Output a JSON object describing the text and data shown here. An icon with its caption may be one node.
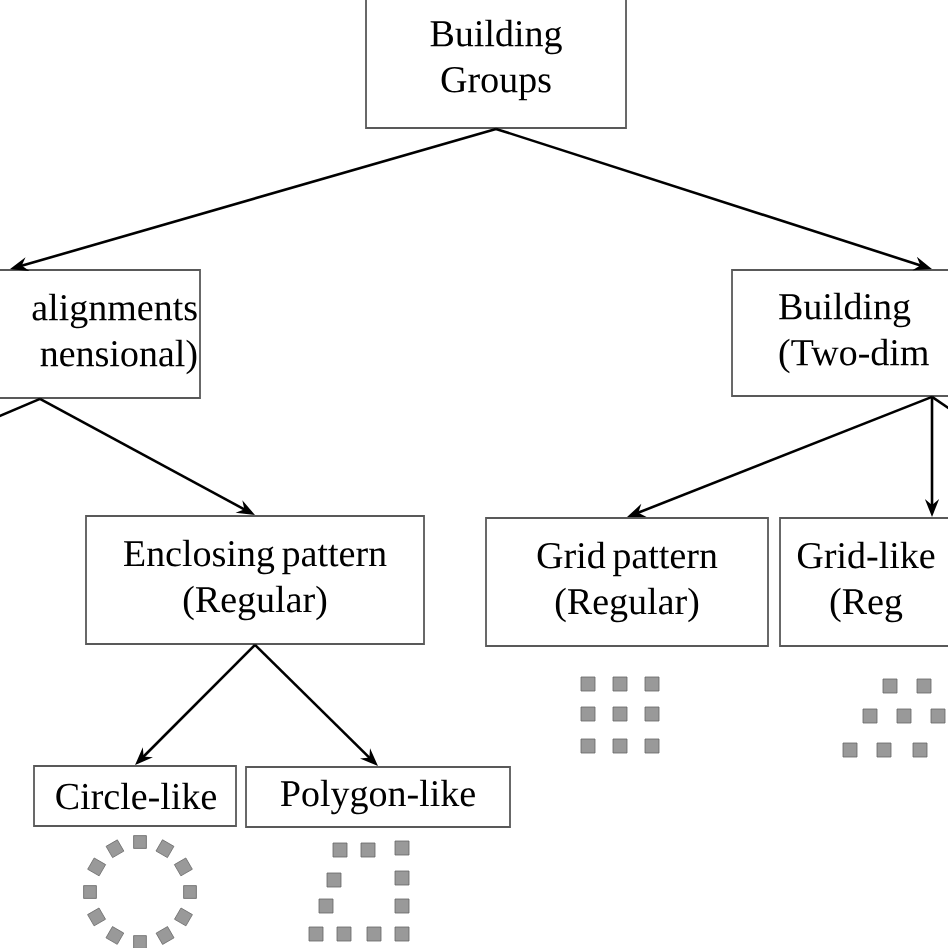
{
  "diagram": {
    "nodes": [
      {
        "text": [
          "Building Groups"
        ]
      },
      {
        "text": [
          "alignments nensional)"
        ]
      },
      {
        "text": [
          "Building (Two-dim"
        ]
      },
      {
        "text": [
          "Enclosing pattern (Regular)"
        ]
      },
      {
        "text": [
          "Grid pattern (Regular)"
        ]
      },
      {
        "text": [
          "Grid-like (Reg"
        ]
      },
      {
        "text": [
          "Circle-like"
        ]
      },
      {
        "text": [
          "Polygon-like"
        ]
      }
    ],
    "edges": [
      {
        "from": 0,
        "to": 1,
        "arrow": "to"
      },
      {
        "from": 0,
        "to": 2,
        "arrow": "to"
      },
      {
        "from": 1,
        "to": null,
        "arrow": "none"
      },
      {
        "from": 1,
        "to": 3,
        "arrow": "to"
      },
      {
        "from": 2,
        "to": 4,
        "arrow": "to"
      },
      {
        "from": 2,
        "to": 5,
        "arrow": "to"
      },
      {
        "from": 2,
        "to": null,
        "arrow": "none"
      },
      {
        "from": 3,
        "to": 6,
        "arrow": "to"
      },
      {
        "from": 3,
        "to": 7,
        "arrow": "to"
      }
    ]
  }
}
